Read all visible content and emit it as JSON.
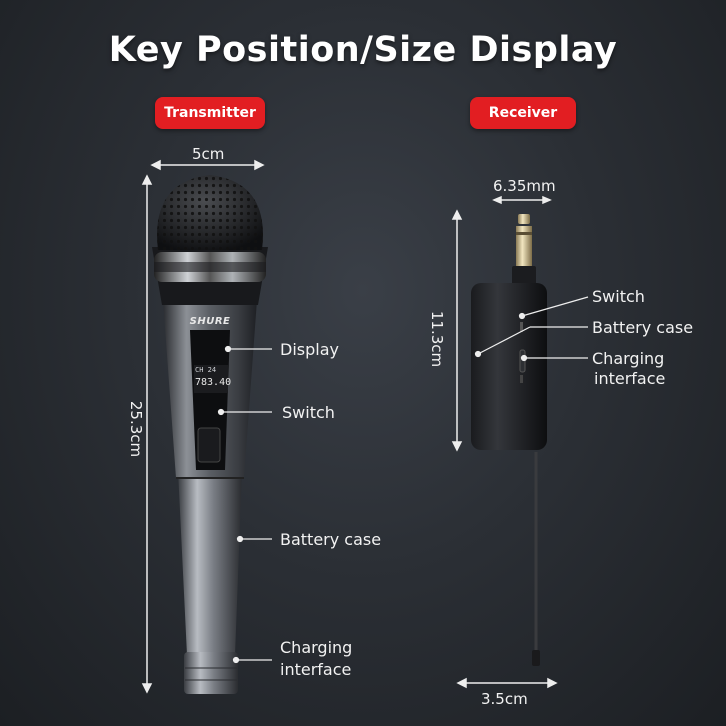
{
  "title": "Key Position/Size Display",
  "transmitter": {
    "badge": "Transmitter",
    "width_dim": "5cm",
    "height_dim": "25.3cm",
    "brand": "SHURE",
    "screen_line1": "CH 24",
    "screen_line2": "783.40",
    "labels": {
      "display": "Display",
      "switch": "Switch",
      "battery_case": "Battery case",
      "charging_line1": "Charging",
      "charging_line2": "interface"
    }
  },
  "receiver": {
    "badge": "Receiver",
    "plug_dim": "6.35mm",
    "height_dim": "11.3cm",
    "width_dim": "3.5cm",
    "labels": {
      "switch": "Switch",
      "battery_case": "Battery case",
      "charging_line1": "Charging",
      "charging_line2": "interface"
    }
  },
  "colors": {
    "badge": "#e21e22",
    "background": "#2b2f35"
  }
}
